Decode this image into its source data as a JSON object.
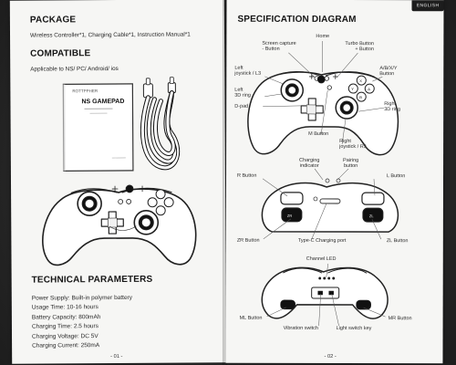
{
  "tab_label": "English",
  "left_page": {
    "package_title": "PACKAGE",
    "package_items": "Wireless Controller*1, Charging Cable*1, Instruction Manual*1",
    "compatible_title": "COMPATIBLE",
    "compatible_text": "Applicable to NS/ PC/ Android/ ios",
    "manual_title": "NS GAMEPAD",
    "tech_title": "TECHNICAL PARAMETERS",
    "tech_specs": [
      "Power Supply: Built-in polymer battery",
      "Usage Time: 10-16 hours",
      "Battery Capacity: 800mAh",
      "Charging Time: 2.5 hours",
      "Charging Voltage: DC 5V",
      "Charging Current: 250mA"
    ],
    "page_number": "- 01 -"
  },
  "right_page": {
    "spec_title": "SPECIFICATION DIAGRAM",
    "top_diagram_labels": {
      "home": "Home",
      "screen_capture": "Screen capture\n- Button",
      "turbo": "Turbo Button\n+ Button",
      "left_joystick": "Left\njoystick / L3",
      "left_3d_ring": "Left\n3D ring",
      "dpad": "D-pad",
      "abxy": "A/B/X/Y\nButton",
      "right_3d_ring": "Right\n3D ring",
      "m_button": "M Button",
      "right_joystick": "Right\njoystick / R3",
      "charging_indicator": "Charging\nindicator",
      "pairing_button": "Pairing\nbutton"
    },
    "middle_diagram_labels": {
      "r_button": "R Button",
      "l_button": "L Button",
      "zr_button": "ZR Button",
      "type_c": "Type-C Charging port",
      "zl_button": "ZL Button"
    },
    "bottom_diagram_labels": {
      "channel_led": "Channel LED",
      "ml_button": "ML Button",
      "vibration_switch": "Vibration switch",
      "light_switch": "Light switch key",
      "mr_button": "MR Button"
    },
    "page_number": "- 02 -"
  },
  "colors": {
    "paper": "#f6f6f4",
    "ink": "#202020",
    "background": "#272727",
    "tab": "#1d1d1d"
  }
}
